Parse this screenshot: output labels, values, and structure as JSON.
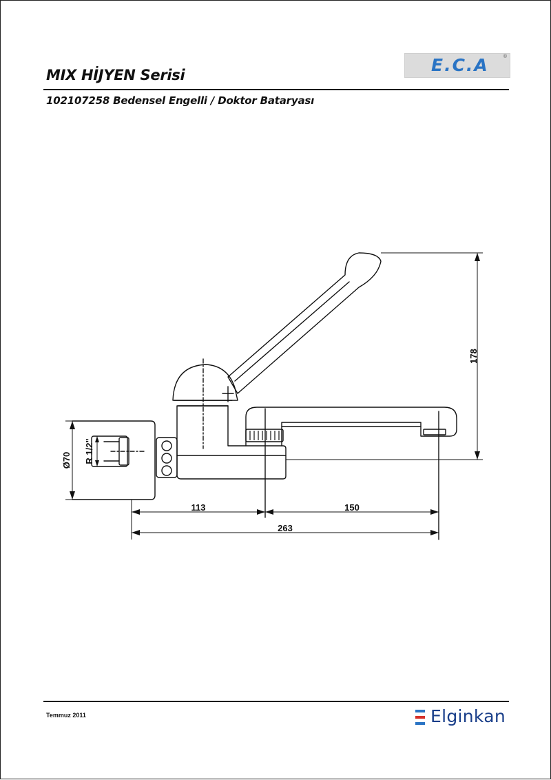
{
  "header": {
    "series_title": "MIX HİJYEN Serisi",
    "product_title": "102107258 Bedensel Engelli / Doktor Bataryası"
  },
  "brand_logo": {
    "text": "E.C.A",
    "color": "#2a74c4"
  },
  "drawing": {
    "dimensions": {
      "height": "178",
      "left_offset": "113",
      "spout_reach": "150",
      "total_length": "263",
      "flange_diameter": "Ø70",
      "thread": "R 1/2\""
    }
  },
  "footer": {
    "date": "Temmuz 2011",
    "brand": "Elginkan",
    "brand_color": "#1a3f8a",
    "mark_colors": [
      "#2a74c4",
      "#d6322b",
      "#2a74c4"
    ]
  }
}
